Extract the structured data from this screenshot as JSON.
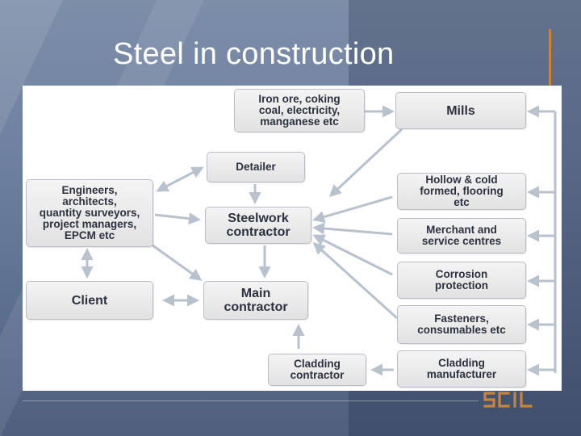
{
  "slide": {
    "title": "Steel in construction"
  },
  "diagram": {
    "nodes": {
      "raw_materials": "Iron ore, coking\ncoal, electricity,\nmanganese etc",
      "mills": "Mills",
      "detailer": "Detailer",
      "engineers": "Engineers,\narchitects,\nquantity surveyors,\nproject managers,\nEPCM etc",
      "steelwork_contractor": "Steelwork\ncontractor",
      "hollow_cold_formed": "Hollow & cold\nformed, flooring\netc",
      "merchant_service": "Merchant and\nservice centres",
      "corrosion_protection": "Corrosion\nprotection",
      "client": "Client",
      "main_contractor": "Main\ncontractor",
      "fasteners": "Fasteners,\nconsumables etc",
      "cladding_contractor": "Cladding\ncontractor",
      "cladding_manufacturer": "Cladding\nmanufacturer"
    }
  },
  "colors": {
    "accent": "#c8843f",
    "arrow": "#b8c2cf",
    "box_border": "#b9bec6",
    "box_text": "#2d3140"
  },
  "logo": {
    "icon": "sci-logo-icon"
  }
}
